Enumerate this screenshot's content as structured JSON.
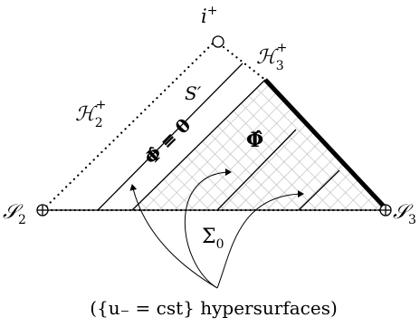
{
  "diagram": {
    "labels": {
      "i_plus": {
        "base": "i",
        "sup": "+"
      },
      "H3": {
        "base": "ℋ",
        "sub": "3",
        "sup": "+"
      },
      "H2": {
        "base": "ℋ",
        "sub": "2",
        "sup": "+"
      },
      "S_prime": "S′",
      "phi_zero": "Φ̂ ≡ 0",
      "phi_hat": "Φ̂",
      "S2": {
        "base": "𝒮",
        "sub": "2"
      },
      "S3": {
        "base": "𝒮",
        "sub": "3"
      },
      "sigma0": {
        "base": "Σ",
        "sub": "0"
      },
      "hypersurfaces": "({u₋ = cst} hypersurfaces)"
    },
    "colors": {
      "ink": "#000000",
      "hatch": "#b8b8b8"
    }
  }
}
